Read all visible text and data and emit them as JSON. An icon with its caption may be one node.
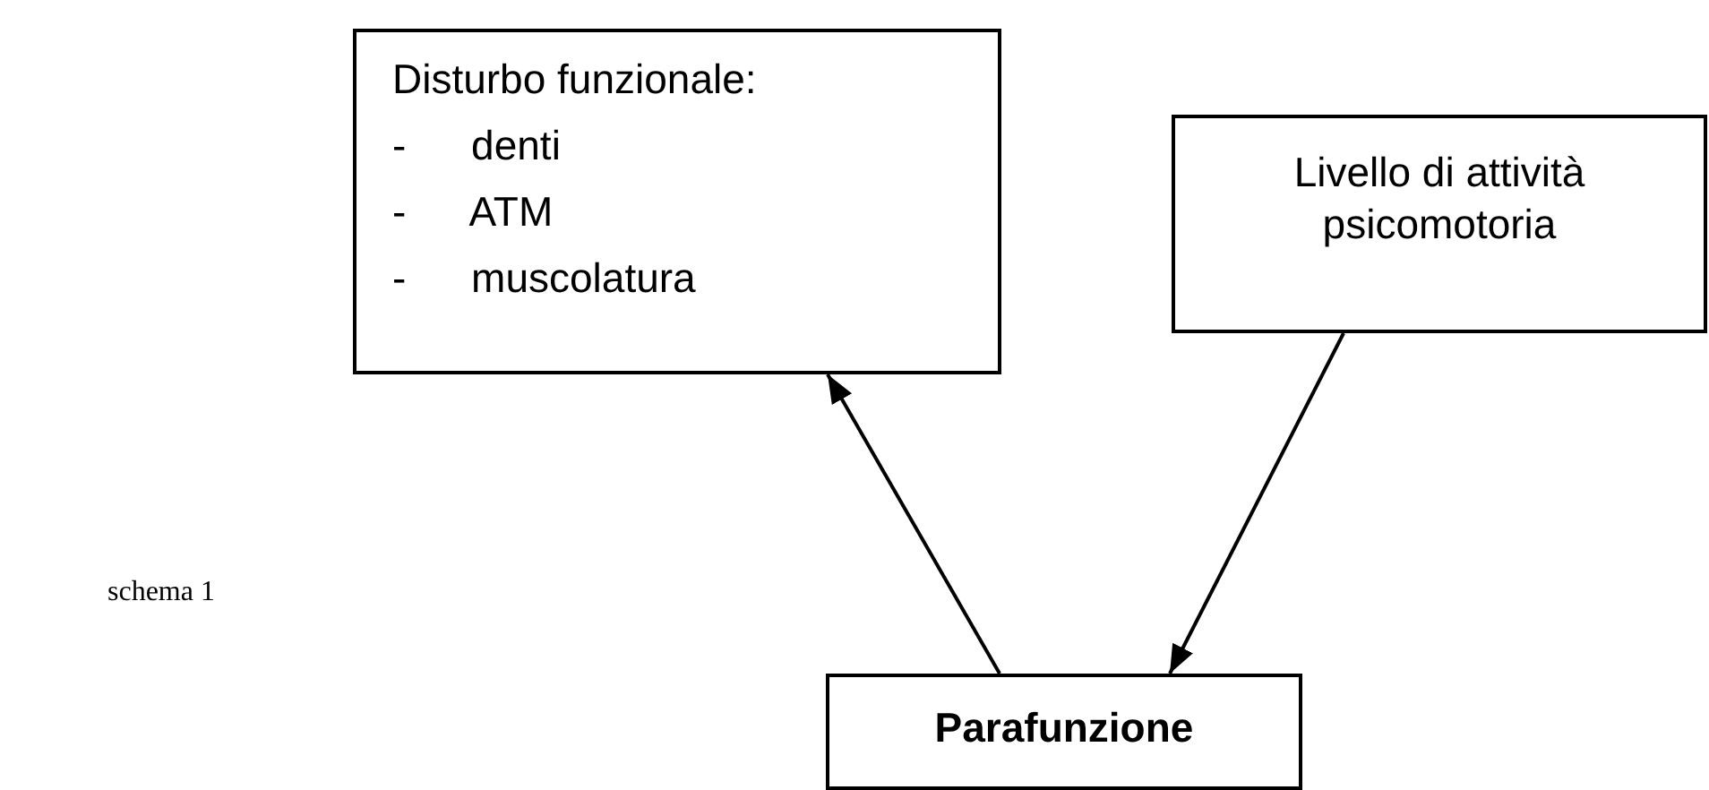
{
  "diagram": {
    "nodes": [
      {
        "text": [
          "Disturbo funzionale:",
          "- denti",
          "- ATM",
          "- muscolatura"
        ]
      },
      {
        "text": [
          "Livello di attività psicomotoria"
        ]
      },
      {
        "text": [
          "Parafunzione"
        ]
      }
    ],
    "edges": [
      {
        "from": 2,
        "to": 0,
        "arrow": "to"
      },
      {
        "from": 1,
        "to": 2,
        "arrow": "to"
      }
    ],
    "labels": [
      "schema 1"
    ]
  }
}
